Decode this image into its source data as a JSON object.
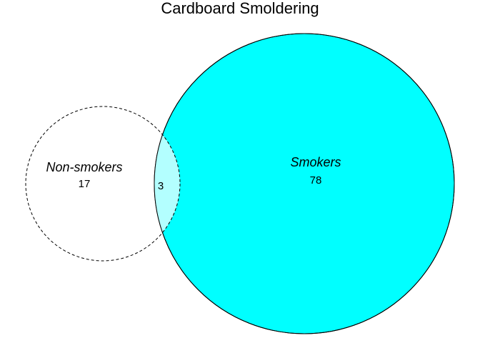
{
  "title": "Cardboard Smoldering",
  "sets": [
    {
      "label": "Non-smokers",
      "only": 17,
      "fill": "none",
      "border": "dashed"
    },
    {
      "label": "Smokers",
      "only": 78,
      "fill": "#00FFFF",
      "border": "solid"
    }
  ],
  "intersection": {
    "value": 3,
    "fill": "#B3FFFF"
  },
  "counts": {
    "non_smokers_only": "17",
    "smokers_only": "78",
    "both": "3"
  }
}
